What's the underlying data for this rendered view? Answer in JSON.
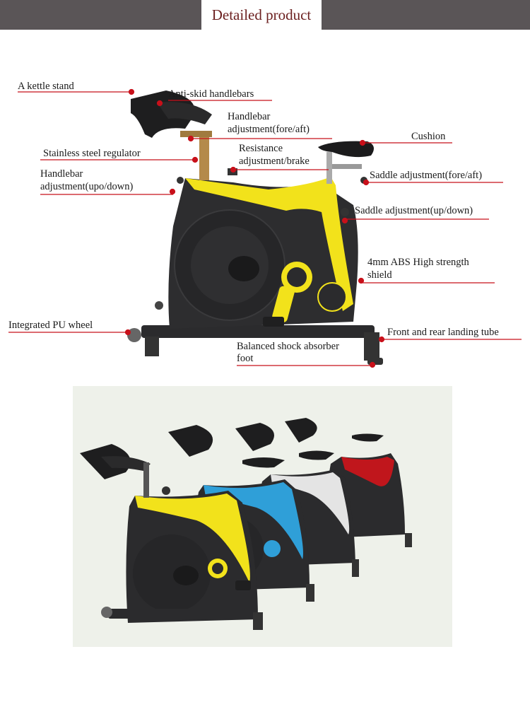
{
  "header": {
    "title": "Detailed product"
  },
  "callouts": [
    {
      "id": "kettle-stand",
      "text": "A kettle stand"
    },
    {
      "id": "anti-skid-handlebars",
      "text": "Anti-skid handlebars"
    },
    {
      "id": "handlebar-fore-aft",
      "line1": "Handlebar",
      "line2": "adjustment(fore/aft)"
    },
    {
      "id": "cushion",
      "text": "Cushion"
    },
    {
      "id": "stainless-regulator",
      "text": "Stainless steel regulator"
    },
    {
      "id": "resistance",
      "line1": "Resistance",
      "line2": "adjustment/brake"
    },
    {
      "id": "saddle-fore-aft",
      "text": "Saddle adjustment(fore/aft)"
    },
    {
      "id": "handlebar-up-down",
      "line1": "Handlebar",
      "line2": "adjustment(upo/down)"
    },
    {
      "id": "saddle-up-down",
      "text": "Saddle adjustment(up/down)"
    },
    {
      "id": "abs-shield",
      "line1": "4mm ABS High strength",
      "line2": "shield"
    },
    {
      "id": "pu-wheel",
      "text": "Integrated PU wheel"
    },
    {
      "id": "landing-tube",
      "text": "Front and rear landing tube"
    },
    {
      "id": "shock-foot",
      "line1": "Balanced shock absorber",
      "line2": "foot"
    }
  ],
  "colors": {
    "header_bg": "#5a5557",
    "title_text": "#6b1f1f",
    "callout_line": "#c8101a",
    "bike_body": "#2b2b2d",
    "yellow": "#f2e21b",
    "blue": "#2f9fd8",
    "white": "#e9e9e9",
    "red": "#c0161c"
  }
}
